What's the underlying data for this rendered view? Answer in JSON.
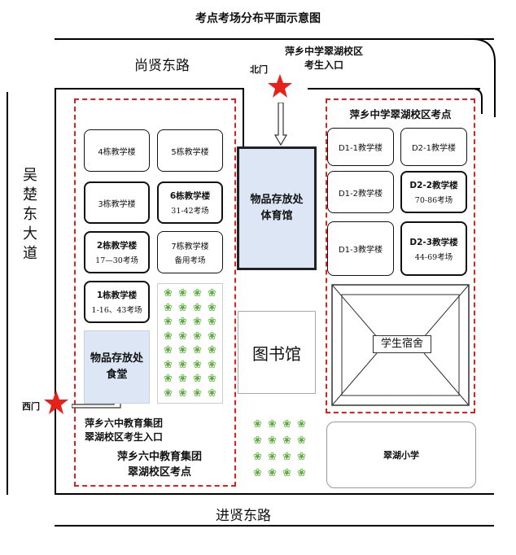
{
  "title": "考点考场分布平面示意图",
  "roads": {
    "north": "尚贤东路",
    "south": "进贤东路",
    "west": [
      "吴",
      "楚",
      "东",
      "大",
      "道"
    ]
  },
  "gates": {
    "north": "北门",
    "west": "西门",
    "north_entrance": [
      "萍乡中学翠湖校区",
      "考生入口"
    ],
    "west_entrance": [
      "萍乡六中教育集团",
      "翠湖校区考生入口"
    ]
  },
  "left_campus": {
    "label": [
      "萍乡六中教育集团",
      "翠湖校区考点"
    ],
    "buildings": [
      {
        "name": "4栋教学楼",
        "sub": ""
      },
      {
        "name": "5栋教学楼",
        "sub": ""
      },
      {
        "name": "3栋教学楼",
        "sub": ""
      },
      {
        "name": "6栋教学楼",
        "sub": "31-42考场"
      },
      {
        "name": "2栋教学楼",
        "sub": "17—30考场"
      },
      {
        "name": "7栋教学楼",
        "sub": "备用考场"
      },
      {
        "name": "1栋教学楼",
        "sub": "1-16、43考场"
      }
    ],
    "storage": [
      "物品存放处",
      "食堂"
    ]
  },
  "middle": {
    "gym": [
      "物品存放处",
      "体育馆"
    ],
    "library": "图书馆"
  },
  "right_campus": {
    "label": "萍乡中学翠湖校区考点",
    "buildings": [
      {
        "name": "D1-1教学楼",
        "sub": ""
      },
      {
        "name": "D2-1教学楼",
        "sub": ""
      },
      {
        "name": "D1-2教学楼",
        "sub": ""
      },
      {
        "name": "D2-2教学楼",
        "sub": "70-86考场"
      },
      {
        "name": "D1-3教学楼",
        "sub": ""
      },
      {
        "name": "D2-3教学楼",
        "sub": "44-69考场"
      }
    ],
    "dorm": "学生宿舍"
  },
  "primary_school": "翠湖小学",
  "colors": {
    "star": "#e8201a",
    "dash": "#e02020",
    "blue": "#dde6f5",
    "tree": "#5aae3a"
  }
}
